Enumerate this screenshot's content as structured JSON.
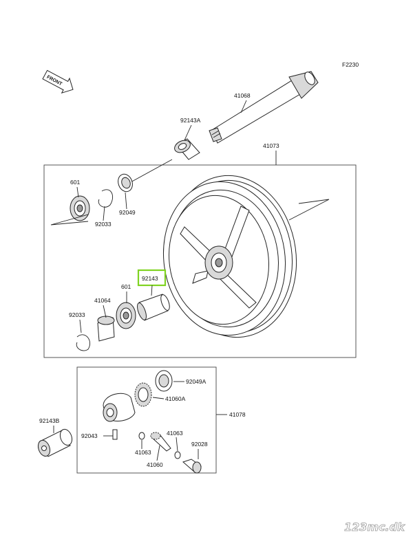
{
  "diagram_code": "F2230",
  "front_label": "FRONT",
  "watermark": "123mc.dk",
  "highlight_color": "#7fd321",
  "labels": {
    "p41068": "41068",
    "p92143A": "92143A",
    "p41073": "41073",
    "p601_top": "601",
    "p92033_top": "92033",
    "p92049": "92049",
    "p92143": "92143",
    "p601_mid": "601",
    "p41064": "41064",
    "p92033_bot": "92033",
    "p92049A": "92049A",
    "p41060A": "41060A",
    "p41078": "41078",
    "p92143B": "92143B",
    "p92043": "92043",
    "p41063_left": "41063",
    "p41063_right": "41063",
    "p41060": "41060",
    "p92028": "92028"
  }
}
